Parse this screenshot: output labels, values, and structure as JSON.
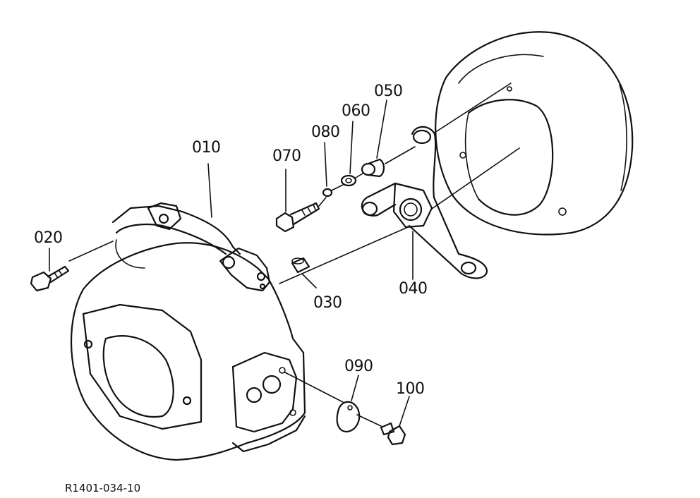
{
  "parts": [
    {
      "id": "p010",
      "number": "010"
    },
    {
      "id": "p020",
      "number": "020"
    },
    {
      "id": "p030",
      "number": "030"
    },
    {
      "id": "p040",
      "number": "040"
    },
    {
      "id": "p050",
      "number": "050"
    },
    {
      "id": "p060",
      "number": "060"
    },
    {
      "id": "p070",
      "number": "070"
    },
    {
      "id": "p080",
      "number": "080"
    },
    {
      "id": "p090",
      "number": "090"
    },
    {
      "id": "p100",
      "number": "100"
    }
  ],
  "diagram_code": "R1401-034-10"
}
